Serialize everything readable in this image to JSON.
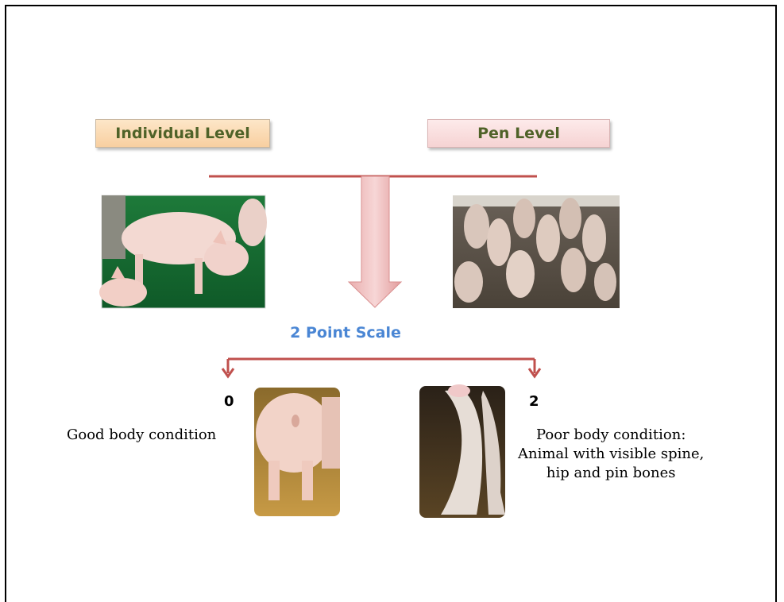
{
  "levels": {
    "individual": "Individual Level",
    "pen": "Pen Level"
  },
  "scale_title": "2 Point Scale",
  "scores": [
    {
      "value": "0",
      "description": [
        "Good body condition"
      ]
    },
    {
      "value": "2",
      "description": [
        "Poor body condition:",
        "Animal with visible spine,",
        "hip and pin bones"
      ]
    }
  ],
  "colors": {
    "connector": "#c0504d",
    "arrow": "#e6a3a3",
    "scale_text": "#4a86d4",
    "level_text": "#4f6228"
  },
  "icons": [
    "pig-individual-photo",
    "pig-pen-photo",
    "pig-rear-photo",
    "thin-pig-photo"
  ]
}
